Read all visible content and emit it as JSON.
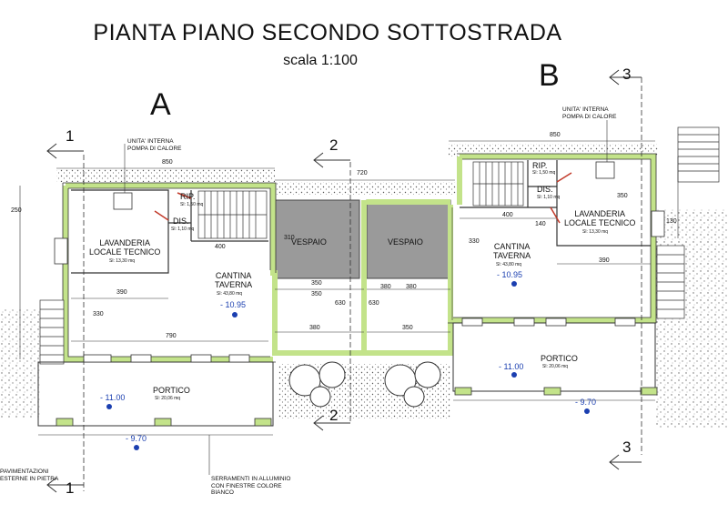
{
  "title": "PIANTA PIANO SECONDO SOTTOSTRADA",
  "scale": "scala 1:100",
  "units": {
    "A": "A",
    "B": "B"
  },
  "sections": {
    "s1": "1",
    "s2": "2",
    "s3": "3"
  },
  "rooms": {
    "lavanderia_a": {
      "name1": "LAVANDERIA",
      "name2": "LOCALE TECNICO",
      "area": "Sl: 13,30 mq"
    },
    "rip_a": {
      "name": "RIP.",
      "area": "Sl: 1,50 mq"
    },
    "dis_a": {
      "name": "DIS.",
      "area": "Sl: 1,10 mq"
    },
    "cantina_a": {
      "name1": "CANTINA",
      "name2": "TAVERNA",
      "area": "Sl: 43,80 mq",
      "level": "- 10.95"
    },
    "vespaio_1": {
      "name": "VESPAIO"
    },
    "vespaio_2": {
      "name": "VESPAIO"
    },
    "portico_a": {
      "name": "PORTICO",
      "area": "Sl: 20,06 mq",
      "level": "- 11.00"
    },
    "lavanderia_b": {
      "name1": "LAVANDERIA",
      "name2": "LOCALE TECNICO",
      "area": "Sl: 13,30 mq"
    },
    "rip_b": {
      "name": "RIP.",
      "area": "Sl: 1,50 mq"
    },
    "dis_b": {
      "name": "DIS.",
      "area": "Sl: 1,10 mq"
    },
    "cantina_b": {
      "name1": "CANTINA",
      "name2": "TAVERNA",
      "area": "Sl: 43,80 mq",
      "level": "- 10.95"
    },
    "portico_b": {
      "name": "PORTICO",
      "area": "Sl: 20,06 mq",
      "level": "- 11.00"
    }
  },
  "ext_levels": {
    "a": "- 9.70",
    "b": "- 9.70"
  },
  "notes": {
    "unita_a1": "UNITA' INTERNA",
    "unita_a2": "POMPA DI CALORE",
    "unita_b1": "UNITA' INTERNA",
    "unita_b2": "POMPA DI CALORE",
    "pav1": "PAVIMENTAZIONI",
    "pav2": "ESTERNE IN PIETRA",
    "ser1": "SERRAMENTI IN ALLUMINIO",
    "ser2": "CON FINESTRE COLORE",
    "ser3": "BIANCO"
  },
  "dims": {
    "d850a": "850",
    "d720": "720",
    "d850b": "850",
    "d250": "250",
    "d400a": "400",
    "d310": "310",
    "d330a": "330",
    "d390a": "390",
    "d790": "790",
    "d350a": "350",
    "d380a": "380",
    "d630a": "630",
    "d630b": "630",
    "d350b": "350",
    "d380b": "380",
    "d380c": "380",
    "d350c": "350",
    "d400b": "400",
    "d350d": "350",
    "d140": "140",
    "d390b": "390",
    "d330b": "330",
    "d130": "130"
  }
}
